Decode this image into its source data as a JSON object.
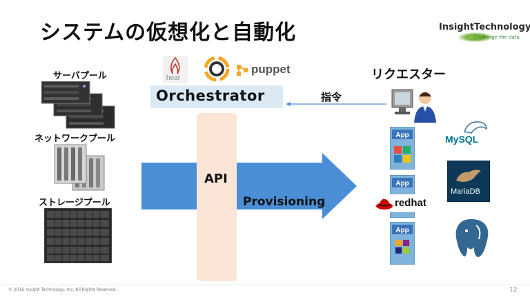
{
  "slide": {
    "title": "システムの仮想化と自動化",
    "page_number": "12",
    "copyright": "© 2016 Insight Technology, Inc. All Rights Reserved."
  },
  "logo": {
    "name": "InsightTechnology",
    "sub": "Challenge the data"
  },
  "pools": [
    {
      "label": "サーバプール"
    },
    {
      "label": "ネットワークプール"
    },
    {
      "label": "ストレージプール"
    }
  ],
  "tools": {
    "heat": "heat",
    "puppet": "puppet"
  },
  "orchestrator": {
    "label": "Orchestrator"
  },
  "api": {
    "label": "API"
  },
  "provisioning": {
    "label": "Provisioning"
  },
  "requester": {
    "label": "リクエスター"
  },
  "command": {
    "label": "指令"
  },
  "apps": [
    {
      "label": "App",
      "os": "windows-logo"
    },
    {
      "label": "App",
      "os": "redhat-logo"
    },
    {
      "label": "App",
      "os": "centos-logo"
    }
  ],
  "redhat": {
    "label": "redhat"
  },
  "databases": {
    "mysql": "MySQL",
    "mariadb": "MariaDB",
    "postgresql": "postgresql-elephant"
  },
  "colors": {
    "arrow": "#4a8fd6",
    "api_bar": "#fbe5d6",
    "orchestrator_box": "#dbe9f5"
  }
}
